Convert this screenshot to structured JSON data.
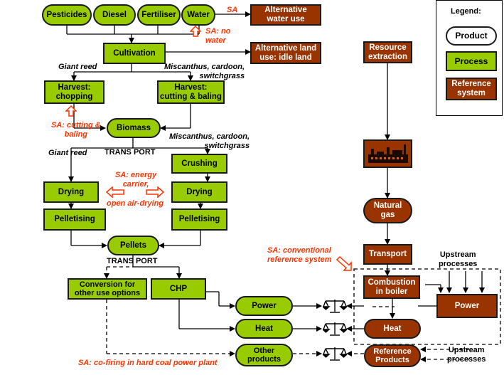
{
  "legend": {
    "title": "Legend:",
    "product": "Product",
    "process": "Process",
    "reference_system": "Reference\nsystem"
  },
  "inputs": {
    "pesticides": "Pesticides",
    "diesel": "Diesel",
    "fertiliser": "Fertiliser",
    "water": "Water"
  },
  "processes": {
    "cultivation": "Cultivation",
    "harvest_chopping": "Harvest:\nchopping",
    "harvest_cutting": "Harvest:\ncutting & baling",
    "crushing": "Crushing",
    "drying_left": "Drying",
    "drying_right": "Drying",
    "pelletising_left": "Pelletising",
    "pelletising_right": "Pelletising",
    "conversion": "Conversion for\nother use options",
    "chp": "CHP"
  },
  "products": {
    "biomass": "Biomass",
    "pellets": "Pellets",
    "power": "Power",
    "heat": "Heat",
    "other_products": "Other\nproducts"
  },
  "reference": {
    "alt_water": "Alternative\nwater use",
    "alt_land": "Alternative land\nuse: idle land",
    "resource_extraction": "Resource\nextraction",
    "natural_gas": "Natural\ngas",
    "transport": "Transport",
    "combustion": "Combustion\nin boiler",
    "power": "Power",
    "heat": "Heat",
    "reference_products": "Reference\nProducts"
  },
  "labels": {
    "giant_reed_top": "Giant reed",
    "miscanthus_top": "Miscanthus, cardoon,\nswitchgrass",
    "transport_top": "TRANS  PORT",
    "giant_reed_mid": "Giant reed",
    "miscanthus_mid": "Miscanthus, cardoon,\nswitchgrass",
    "transport_bottom": "TRANS  PORT",
    "upstream_processes_top": "Upstream\nprocesses",
    "upstream_processes_bottom": "Upstream\nprocesses"
  },
  "sensitivity": {
    "sa_water": "SA",
    "sa_no_water": "SA: no\nwater",
    "sa_cutting": "SA: cutting &\nbaling",
    "sa_energy_carrier": "SA: energy\ncarrier,",
    "sa_open_air": "open air-drying",
    "sa_conventional": "SA: conventional\nreference system",
    "sa_cofiring": "SA: co-firing in hard coal power plant"
  },
  "colors": {
    "process_green": "#99cc00",
    "reference_brown": "#993300",
    "sensitivity_orange": "#ff3300"
  },
  "icons": [
    "balance-scale-icon",
    "power-plant-icon",
    "hollow-arrow-icon"
  ]
}
